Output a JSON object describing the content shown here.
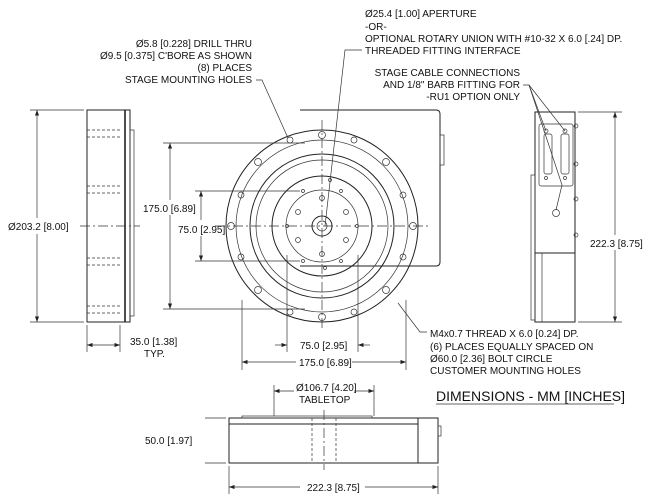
{
  "notes": {
    "aperture": [
      "Ø25.4 [1.00] APERTURE",
      "-OR-",
      "OPTIONAL ROTARY UNION WITH #10-32 X 6.0 [.24] DP.",
      "THREADED FITTING INTERFACE"
    ],
    "mounting": [
      "Ø5.8 [0.228] DRILL THRU",
      "Ø9.5 [0.375] C'BORE AS SHOWN",
      "(8) PLACES",
      "STAGE MOUNTING HOLES"
    ],
    "cable": [
      "STAGE CABLE CONNECTIONS",
      "AND 1/8\" BARB FITTING FOR",
      "-RU1 OPTION ONLY"
    ],
    "customer": [
      "M4x0.7 THREAD X 6.0 [0.24] DP.",
      "(6) PLACES EQUALLY SPACED ON",
      "Ø60.0 [2.36] BOLT CIRCLE",
      "CUSTOMER MOUNTING HOLES"
    ],
    "units": "DIMENSIONS - MM [INCHES]"
  },
  "dimensions": {
    "diameter": "Ø203.2 [8.00]",
    "thickness": "35.0 [1.38]",
    "thickness_typ": "TYP.",
    "v175": "175.0 [6.89]",
    "v75": "75.0 [2.95]",
    "h75": "75.0 [2.95]",
    "h175": "175.0 [6.89]",
    "side_height": "222.3 [8.75]",
    "tabletop": "Ø106.7 [4.20]",
    "tabletop_label": "TABLETOP",
    "height": "50.0 [1.97]",
    "bottom_width": "222.3 [8.75]"
  }
}
